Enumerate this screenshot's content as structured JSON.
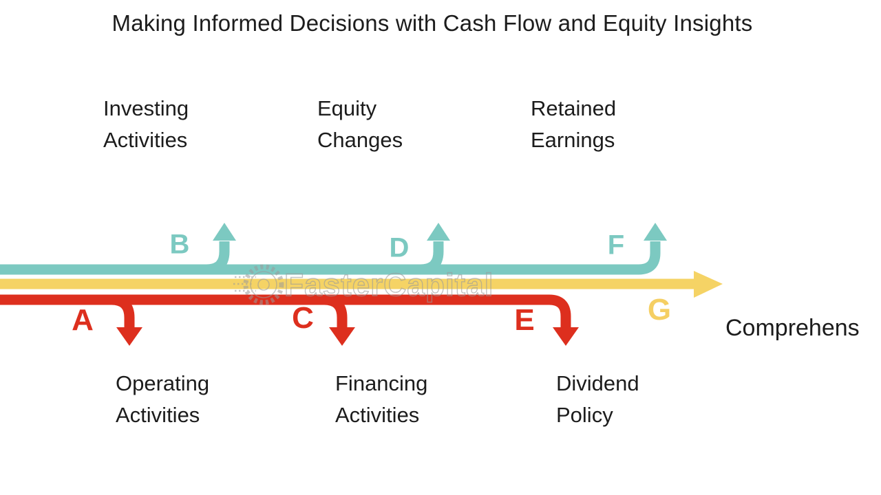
{
  "title": "Making Informed Decisions with Cash Flow and Equity Insights",
  "top_row": [
    {
      "line1": "Investing",
      "line2": "Activities"
    },
    {
      "line1": "Equity",
      "line2": "Changes"
    },
    {
      "line1": "Retained",
      "line2": "Earnings"
    }
  ],
  "bottom_row": [
    {
      "line1": "Operating",
      "line2": "Activities"
    },
    {
      "line1": "Financing",
      "line2": "Activities"
    },
    {
      "line1": "Dividend",
      "line2": "Policy"
    }
  ],
  "letters": {
    "a": "A",
    "b": "B",
    "c": "C",
    "d": "D",
    "e": "E",
    "f": "F",
    "g": "G"
  },
  "right_label": "Comprehens",
  "watermark": {
    "text": "FasterCapital",
    "icon": "gear-icon"
  },
  "flows": [
    {
      "name": "equity-flow",
      "color": "#7cc9c1",
      "branches_up": [
        "B",
        "D",
        "F"
      ]
    },
    {
      "name": "cash-flow-main",
      "color": "#f5d365",
      "end_marker": "G",
      "direction": "right"
    },
    {
      "name": "cash-flow-out",
      "color": "#dd2f1e",
      "branches_down": [
        "A",
        "C",
        "E"
      ]
    }
  ],
  "colors": {
    "teal": "#7cc9c1",
    "yellow": "#f5d365",
    "red": "#dd2f1e",
    "text": "#1c1c1c",
    "watermark": "#9b9b9b",
    "background": "#ffffff"
  }
}
